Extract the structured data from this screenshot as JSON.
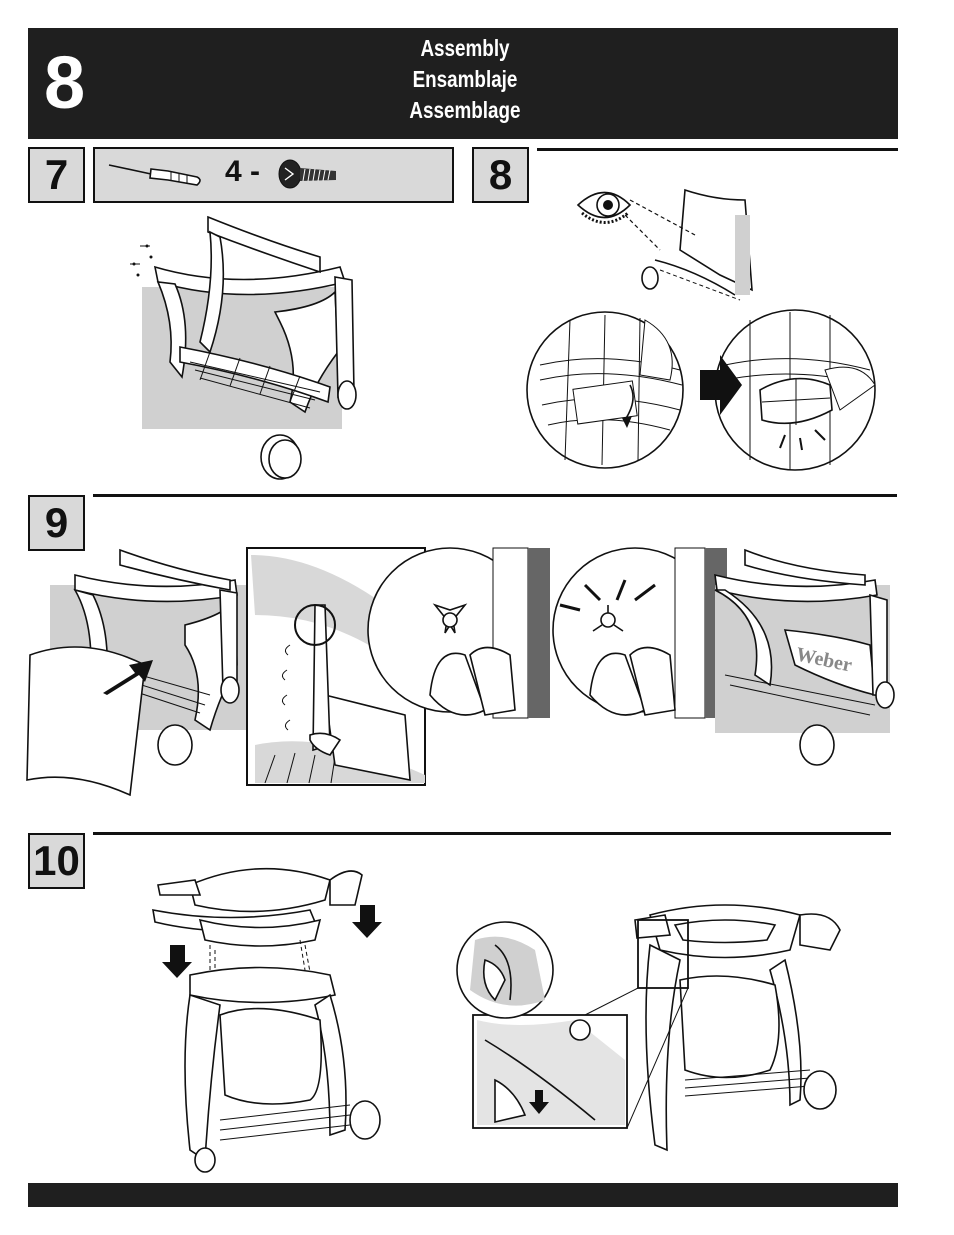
{
  "page": {
    "number": "8"
  },
  "header": {
    "titles": [
      "Assembly",
      "Ensamblaje",
      "Assemblage"
    ]
  },
  "steps": {
    "step7": {
      "number": "7",
      "parts_label": "4 -"
    },
    "step8": {
      "number": "8"
    },
    "step9": {
      "number": "9"
    },
    "step10": {
      "number": "10"
    }
  },
  "icons": {
    "screwdriver": "screwdriver-icon",
    "screw": "screw-icon",
    "eye": "eye-icon",
    "arrow": "arrow-right-icon"
  },
  "colors": {
    "header_bg": "#1f1f1f",
    "step_box_bg": "#d9d9d9",
    "shade": "#d0d0d0"
  }
}
